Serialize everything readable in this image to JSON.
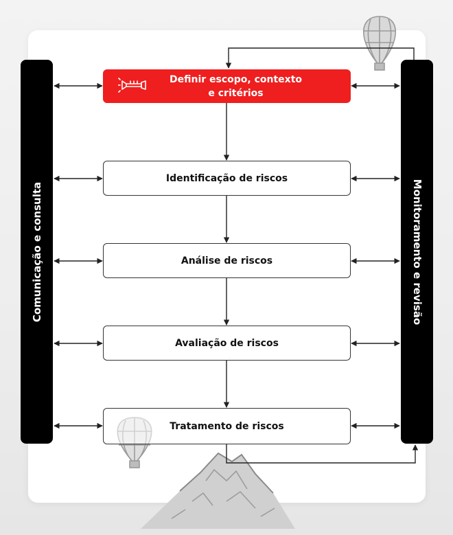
{
  "diagram": {
    "left_bar_label": "Comunicação e consulta",
    "right_bar_label": "Monitoramento e revisão",
    "steps": [
      {
        "label": "Definir escopo, contexto e critérios",
        "line1": "Definir escopo, contexto",
        "line2": "e critérios",
        "highlighted": true
      },
      {
        "label": "Identificação de riscos",
        "highlighted": false
      },
      {
        "label": "Análise de riscos",
        "highlighted": false
      },
      {
        "label": "Avaliação de riscos",
        "highlighted": false
      },
      {
        "label": "Tratamento de riscos",
        "highlighted": false
      }
    ]
  },
  "colors": {
    "accent": "#ef1f1f",
    "bars": "#000000",
    "card": "#ffffff",
    "background": "#efefef",
    "decoration": "#9a9a9a"
  },
  "icons": [
    "trumpet-icon",
    "hot-air-balloon-icon",
    "mountain-illustration"
  ]
}
